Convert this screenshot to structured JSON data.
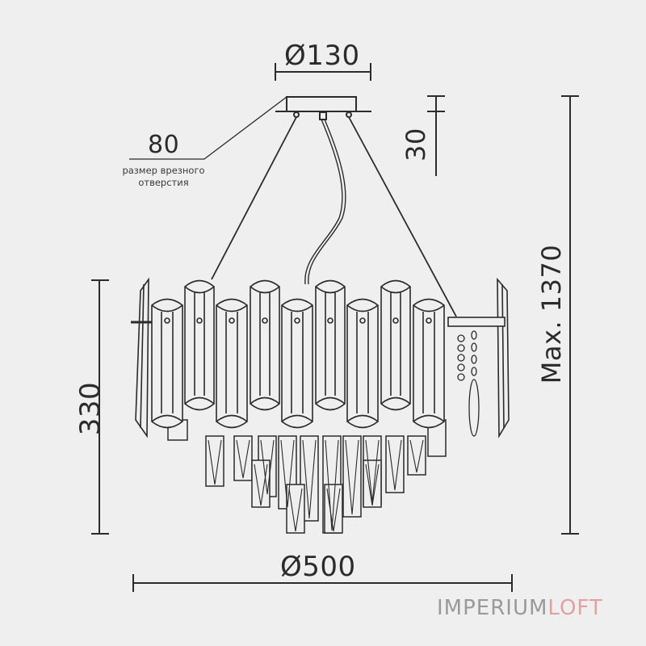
{
  "dimensions": {
    "canopy_diameter": "Ø130",
    "canopy_height": "30",
    "hole_size": "80",
    "hole_note_line1": "размер врезного",
    "hole_note_line2": "отверстия",
    "total_height": "Max. 1370",
    "body_height": "330",
    "body_diameter": "Ø500"
  },
  "brand": {
    "part1": "IMPERIUM",
    "part2": "LOFT",
    "color_part1": "#9a9a9a",
    "color_part2": "#e0a2a0"
  },
  "colors": {
    "background": "#efefef",
    "line": "#2b2b2b"
  }
}
